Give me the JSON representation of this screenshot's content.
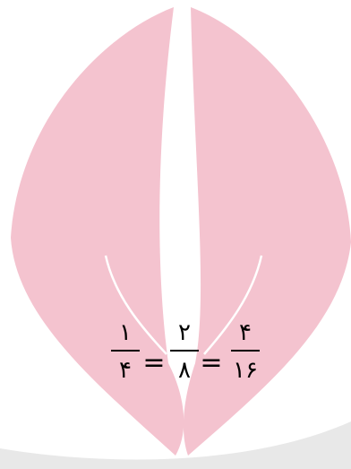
{
  "colors": {
    "leaf": "#f4c3cf",
    "background": "#ffffff",
    "shadow": "#e7e7e7",
    "vein": "#ffffff"
  },
  "equation": {
    "fractions": [
      {
        "numerator": "۱",
        "denominator": "۴"
      },
      {
        "numerator": "۲",
        "denominator": "۸"
      },
      {
        "numerator": "۴",
        "denominator": "۱۶"
      }
    ],
    "equals": "="
  }
}
